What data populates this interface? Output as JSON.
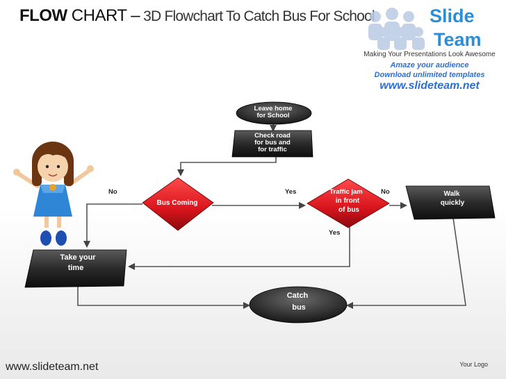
{
  "title": {
    "bold": "FLOW",
    "normal": " CHART –",
    "subtitle": " 3D Flowchart To Catch Bus For School"
  },
  "brand": {
    "name_line1": "Slide",
    "name_line2": "Team",
    "tagline": "Making Your Presentations Look Awesome",
    "line1": "Amaze your audience",
    "line2": "Download unlimited templates",
    "url": "www.slideteam.net"
  },
  "flow": {
    "leave_home": [
      "Leave home",
      "for School"
    ],
    "check_road": [
      "Check  road",
      "for bus and",
      "for traffic"
    ],
    "bus_coming": "Bus Coming",
    "traffic_jam": [
      "Traffic jam",
      "in front",
      "of bus"
    ],
    "walk": [
      "Walk",
      "quickly"
    ],
    "take_time": [
      "Take your",
      "time"
    ],
    "catch_bus": [
      "Catch",
      "bus"
    ],
    "no_left": "No",
    "yes_middle": "Yes",
    "no_right": "No",
    "yes_bottom": "Yes"
  },
  "colors": {
    "dark_box": "#2b2b2b",
    "red_diamond": "#d8141c",
    "brand_blue": "#2e6fd0"
  },
  "footer": {
    "url": "www.slideteam.net",
    "logo": "Your Logo"
  }
}
